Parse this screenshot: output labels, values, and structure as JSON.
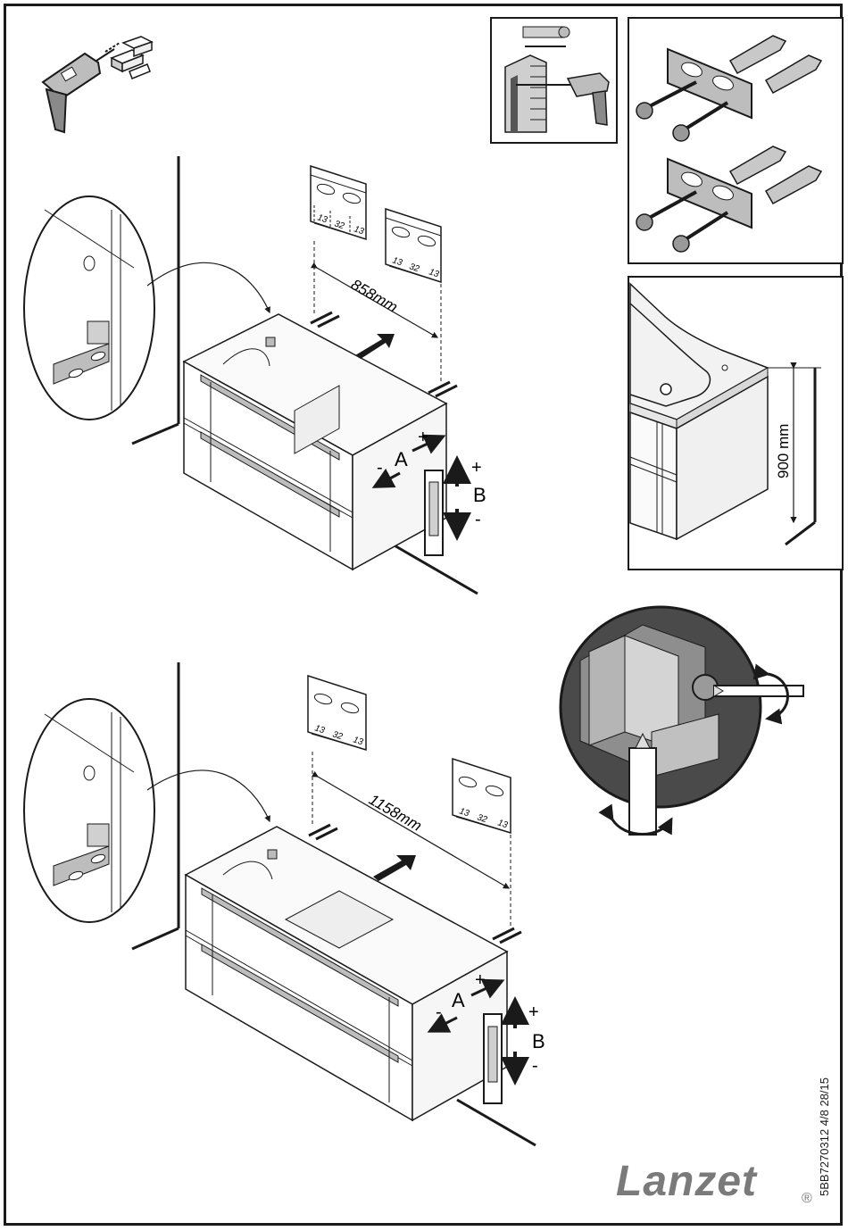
{
  "brand": {
    "logo": "Lanzet",
    "registered_mark": "®"
  },
  "document_ref": "5BB7270312 4/8 28/15",
  "top_assembly": {
    "hole_spacing": {
      "a": "13",
      "b": "32",
      "c": "13"
    },
    "width_label": "858mm",
    "adjust_a": {
      "label": "A",
      "plus": "+",
      "minus": "-"
    },
    "adjust_b": {
      "label": "B",
      "plus": "+",
      "minus": "-"
    }
  },
  "bottom_assembly": {
    "hole_spacing": {
      "a": "13",
      "b": "32",
      "c": "13"
    },
    "width_label": "1158mm",
    "adjust_a": {
      "label": "A",
      "plus": "+",
      "minus": "-"
    },
    "adjust_b": {
      "label": "B",
      "plus": "+",
      "minus": "-"
    }
  },
  "height_panel": {
    "height_label": "900 mm"
  },
  "colors": {
    "line": "#1a1a1a",
    "gray": "#8a8a8a",
    "light": "#d8d8d8",
    "logo": "#7a7a7a"
  }
}
